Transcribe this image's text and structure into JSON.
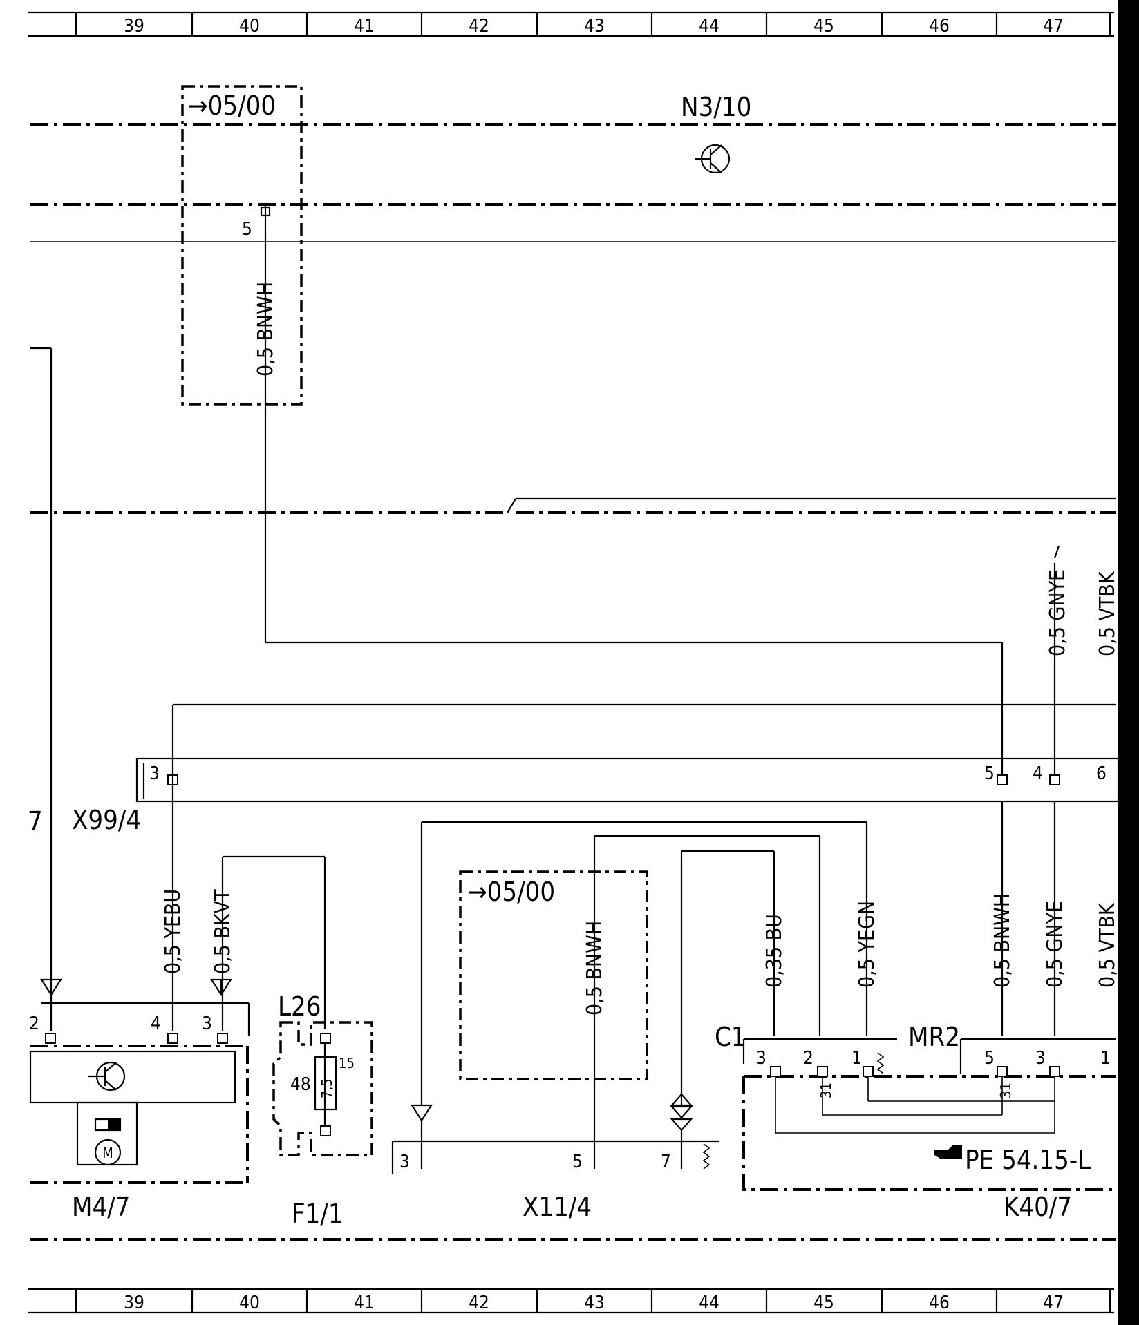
{
  "grid": [
    "39",
    "40",
    "41",
    "42",
    "43",
    "44",
    "45",
    "46",
    "47"
  ],
  "components": {
    "n3_10": "N3/10",
    "x99_4": "X99/4",
    "m4_7": "M4/7",
    "f1_1": "F1/1",
    "l26": "L26",
    "x11_4": "X11/4",
    "k40_7": "K40/7",
    "c1": "C1",
    "mr2": "MR2"
  },
  "refs": {
    "upper": "→05/00",
    "lower": "→05/00",
    "pe": "PE 54.15-L"
  },
  "wires": {
    "top_bnwh": "0,5 BNWH",
    "gnye_upper": "0,5 GNYE",
    "vtbk_upper": "0,5 VTBK",
    "yebu": "0,5 YEBU",
    "bkvt": "0,5 BKVT",
    "x11_bnwh": "0,5 BNWH",
    "bu": "0,35 BU",
    "yegn": "0,5 YEGN",
    "k40_bnwh": "0,5 BNWH",
    "k40_gnye": "0,5 GNYE",
    "vtbk_lower": "0,5 VTBK"
  },
  "pins": {
    "n3_5": "5",
    "x99_3": "3",
    "x99_5": "5",
    "x99_4": "4",
    "x99_6": "6",
    "left_edge": "7",
    "m4_2": "2",
    "m4_4": "4",
    "m4_3": "3",
    "f1_48": "48",
    "f1_15": "15",
    "f1_fuse": "7,5",
    "x11_3": "3",
    "x11_5": "5",
    "x11_7": "7",
    "k40_3": "3",
    "k40_2": "2",
    "k40_1": "1",
    "k40_5": "5",
    "k40_3b": "3",
    "k40_1b": "1",
    "k40_31a": "31",
    "k40_31b": "31"
  },
  "icons": [
    "transistor-icon",
    "motor-icon",
    "ground-icon",
    "fuse-icon",
    "resistor-icon",
    "pointing-hand-icon"
  ]
}
